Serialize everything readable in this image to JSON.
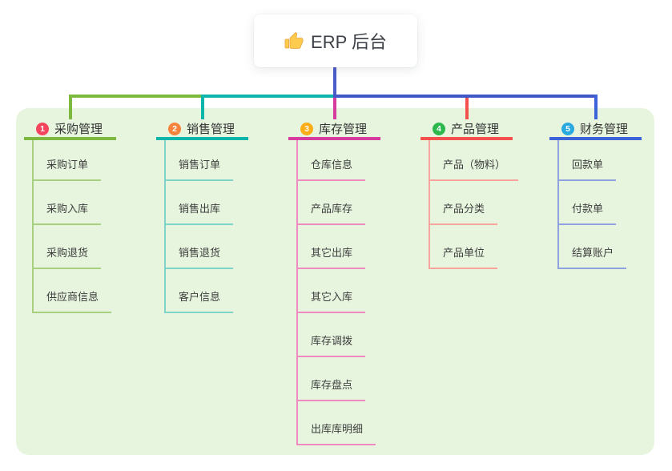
{
  "root": {
    "label": "ERP 后台",
    "icon": "thumbs-up",
    "icon_color": "#FDCB4D"
  },
  "colors": {
    "canvas_bg": "#ffffff",
    "panel_bg": "#E7F5DF",
    "root_text": "#3B3F46",
    "node_text": "#333333",
    "child_text": "#3d3d3d"
  },
  "connectors": {
    "root_vertical": "#4C5CC9",
    "segment_green": "#7CB93E",
    "segment_teal": "#0CB5A9",
    "segment_blue": "#4257C8"
  },
  "branches": [
    {
      "num": "1",
      "label": "采购管理",
      "badge_color": "#F5455C",
      "line_color": "#7CB93E",
      "child_line_color": "#A9CF80",
      "children": [
        "采购订单",
        "采购入库",
        "采购退货",
        "供应商信息"
      ]
    },
    {
      "num": "2",
      "label": "销售管理",
      "badge_color": "#F6823B",
      "line_color": "#0CB5A9",
      "child_line_color": "#7FD4CA",
      "children": [
        "销售订单",
        "销售出库",
        "销售退货",
        "客户信息"
      ]
    },
    {
      "num": "3",
      "label": "库存管理",
      "badge_color": "#FBAD15",
      "line_color": "#D63C9E",
      "child_line_color": "#EE8CC2",
      "children": [
        "仓库信息",
        "产品库存",
        "其它出库",
        "其它入库",
        "库存调拨",
        "库存盘点",
        "出库库明细"
      ]
    },
    {
      "num": "4",
      "label": "产品管理",
      "badge_color": "#2DB84E",
      "line_color": "#F4504E",
      "child_line_color": "#F9A39D",
      "children": [
        "产品（物料）",
        "产品分类",
        "产品单位"
      ]
    },
    {
      "num": "5",
      "label": "财务管理",
      "badge_color": "#2AA9E1",
      "line_color": "#3C64D8",
      "child_line_color": "#8FA2DF",
      "children": [
        "回款单",
        "付款单",
        "结算账户"
      ]
    }
  ]
}
